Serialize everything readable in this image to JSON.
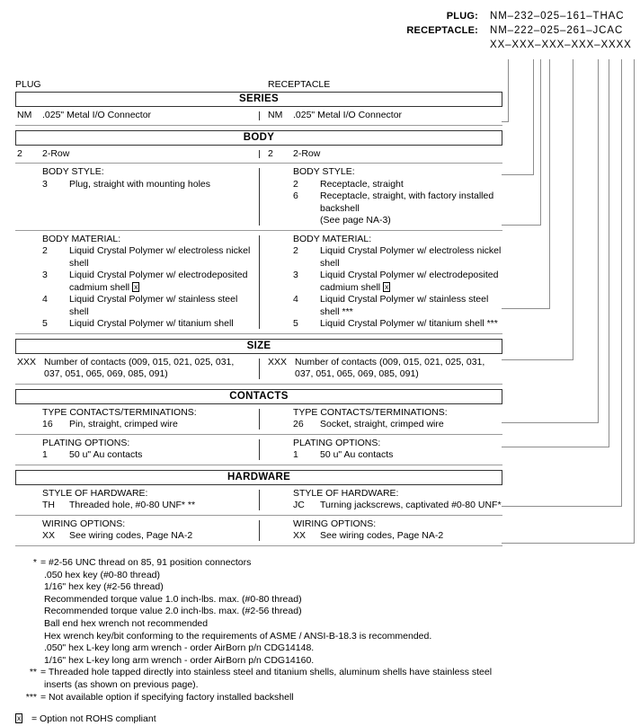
{
  "header": {
    "rows": [
      {
        "label": "PLUG:",
        "value": "NM–232–025–161–THAC"
      },
      {
        "label": "RECEPTACLE:",
        "value": "NM–222–025–261–JCAC"
      },
      {
        "label": "",
        "value": "XX–XXX–XXX–XXX–XXXX"
      }
    ]
  },
  "columns": {
    "plug": "PLUG",
    "receptacle": "RECEPTACLE"
  },
  "sections": [
    {
      "title": "SERIES"
    },
    {
      "title": "BODY"
    },
    {
      "title": "SIZE"
    },
    {
      "title": "CONTACTS"
    },
    {
      "title": "HARDWARE"
    }
  ],
  "series": {
    "plug": {
      "code": "NM",
      "text": ".025\" Metal I/O Connector"
    },
    "receptacle": {
      "code": "NM",
      "text": ".025\" Metal I/O Connector"
    }
  },
  "body_row": {
    "plug": {
      "code": "2",
      "text": "2-Row"
    },
    "receptacle": {
      "code": "2",
      "text": "2-Row"
    }
  },
  "body_style": {
    "title": "BODY STYLE:",
    "plug": [
      {
        "code": "3",
        "text": "Plug, straight with mounting holes"
      }
    ],
    "receptacle": [
      {
        "code": "2",
        "text": "Receptacle, straight"
      },
      {
        "code": "6",
        "text": "Receptacle, straight, with factory installed backshell"
      },
      {
        "code": "",
        "text": "(See page NA-3)"
      }
    ]
  },
  "body_material": {
    "title": "BODY MATERIAL:",
    "plug": [
      {
        "code": "2",
        "text": "Liquid Crystal Polymer w/ electroless nickel shell",
        "rohs": false
      },
      {
        "code": "3",
        "text": "Liquid Crystal Polymer w/ electrodeposited",
        "rohs": false
      },
      {
        "code": "",
        "text": "cadmium shell",
        "rohs": true
      },
      {
        "code": "4",
        "text": "Liquid Crystal Polymer w/ stainless steel shell",
        "rohs": false
      },
      {
        "code": "5",
        "text": "Liquid Crystal Polymer w/ titanium shell",
        "rohs": false
      }
    ],
    "receptacle": [
      {
        "code": "2",
        "text": "Liquid Crystal Polymer w/ electroless nickel shell",
        "rohs": false
      },
      {
        "code": "3",
        "text": "Liquid Crystal Polymer w/ electrodeposited",
        "rohs": false
      },
      {
        "code": "",
        "text": "cadmium shell",
        "rohs": true
      },
      {
        "code": "4",
        "text": "Liquid Crystal Polymer w/ stainless steel shell ***",
        "rohs": false
      },
      {
        "code": "5",
        "text": "Liquid Crystal Polymer w/ titanium shell ***",
        "rohs": false
      }
    ]
  },
  "size": {
    "plug": {
      "code": "XXX",
      "line1": "Number of contacts (009, 015, 021, 025, 031,",
      "line2": "037, 051, 065, 069, 085, 091)"
    },
    "receptacle": {
      "code": "XXX",
      "line1": "Number of contacts (009, 015, 021, 025, 031,",
      "line2": "037, 051, 065, 069, 085, 091)"
    }
  },
  "contacts_type": {
    "title": "TYPE CONTACTS/TERMINATIONS:",
    "plug": {
      "code": "16",
      "text": "Pin, straight, crimped wire"
    },
    "receptacle": {
      "code": "26",
      "text": "Socket, straight, crimped wire"
    }
  },
  "plating": {
    "title": "PLATING OPTIONS:",
    "plug": {
      "code": "1",
      "text": "50 u\" Au contacts"
    },
    "receptacle": {
      "code": "1",
      "text": "50 u\" Au contacts"
    }
  },
  "hardware_style": {
    "title": "STYLE OF HARDWARE:",
    "plug": {
      "code": "TH",
      "text": "Threaded hole, #0-80 UNF*  **"
    },
    "receptacle": {
      "code": "JC",
      "text": "Turning jackscrews, captivated #0-80 UNF*"
    }
  },
  "wiring": {
    "title": "WIRING OPTIONS:",
    "plug": {
      "code": "XX",
      "text": "See wiring codes, Page NA-2"
    },
    "receptacle": {
      "code": "XX",
      "text": "See wiring codes, Page NA-2"
    }
  },
  "footnotes": {
    "star": {
      "mark": "*",
      "text": "= #2-56 UNC thread on 85, 91 position connectors",
      "sublines": [
        ".050 hex key (#0-80 thread)",
        "1/16\" hex key (#2-56 thread)",
        "Recommended torque value 1.0 inch-lbs. max. (#0-80 thread)",
        "Recommended torque value 2.0 inch-lbs. max. (#2-56 thread)",
        "Ball end hex wrench not recommended",
        "Hex wrench key/bit conforming to the requirements of ASME / ANSI-B-18.3 is recommended.",
        ".050\" hex L-key long arm wrench - order AirBorn p/n CDG14148.",
        "1/16\" hex L-key long arm wrench - order AirBorn p/n CDG14160."
      ]
    },
    "double_star": {
      "mark": "**",
      "text": "= Threaded hole tapped directly into stainless steel and titanium shells, aluminum shells have stainless steel",
      "cont": "inserts (as shown on previous page)."
    },
    "triple_star": {
      "mark": "***",
      "text": "= Not available option if specifying factory installed backshell"
    },
    "rohs": {
      "glyph": "☒",
      "text": "= Option not ROHS compliant"
    }
  }
}
